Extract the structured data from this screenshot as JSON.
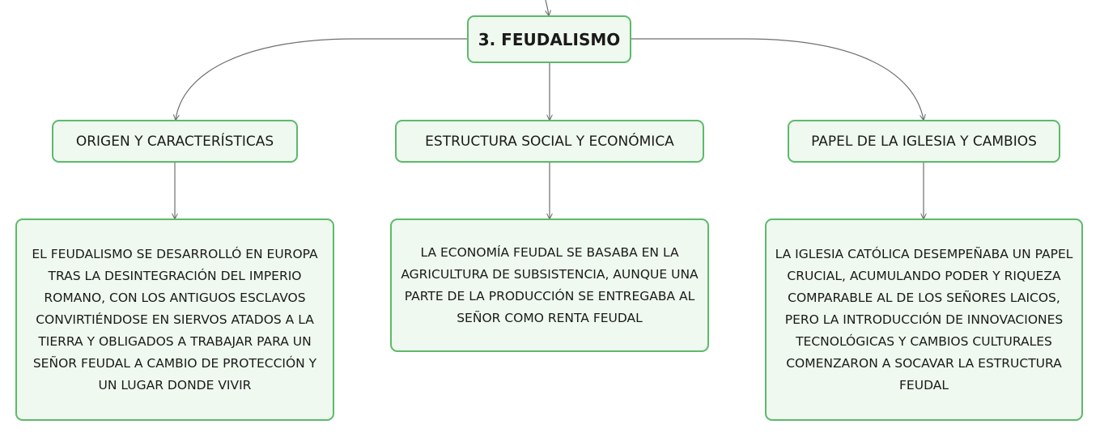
{
  "map": {
    "root": {
      "label": "3. FEUDALISMO"
    },
    "branches": [
      {
        "title": "ORIGEN Y CARACTERÍSTICAS",
        "detail": "EL FEUDALISMO SE DESARROLLÓ EN EUROPA TRAS LA DESINTEGRACIÓN DEL IMPERIO ROMANO, CON LOS ANTIGUOS ESCLAVOS CONVIRTIÉNDOSE EN SIERVOS ATADOS A LA TIERRA Y OBLIGADOS A TRABAJAR PARA UN SEÑOR FEUDAL A CAMBIO DE PROTECCIÓN Y UN LUGAR DONDE VIVIR"
      },
      {
        "title": "ESTRUCTURA SOCIAL Y ECONÓMICA",
        "detail": "LA ECONOMÍA FEUDAL SE BASABA EN LA AGRICULTURA DE SUBSISTENCIA, AUNQUE UNA PARTE DE LA PRODUCCIÓN SE ENTREGABA AL SEÑOR COMO RENTA FEUDAL"
      },
      {
        "title": "PAPEL DE LA IGLESIA Y CAMBIOS",
        "detail": "LA IGLESIA CATÓLICA DESEMPEÑABA UN PAPEL CRUCIAL, ACUMULANDO PODER Y RIQUEZA COMPARABLE AL DE LOS SEÑORES LAICOS, PERO LA INTRODUCCIÓN DE INNOVACIONES TECNOLÓGICAS Y CAMBIOS CULTURALES COMENZARON A SOCAVAR LA ESTRUCTURA FEUDAL"
      }
    ]
  },
  "colors": {
    "node_border": "#5cba6a",
    "node_fill": "#eff9ef",
    "connector": "#6e6e6e"
  }
}
